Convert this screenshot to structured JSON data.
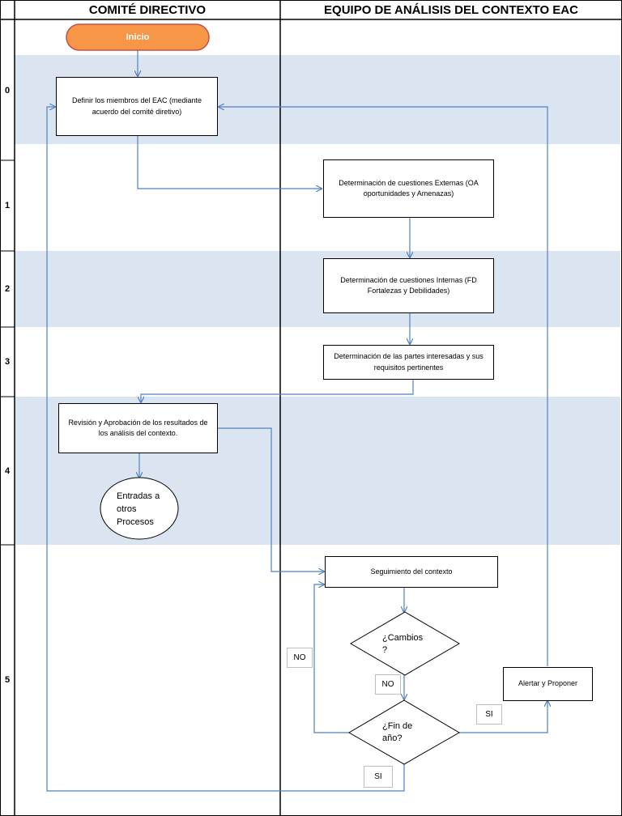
{
  "lanes": {
    "left_title": "COMITÉ DIRECTIVO",
    "right_title": "EQUIPO DE ANÁLISIS DEL CONTEXTO EAC"
  },
  "rows": [
    "0",
    "1",
    "2",
    "3",
    "4",
    "5"
  ],
  "nodes": {
    "start": "Inicio",
    "define_members": "Definir los miembros del EAC (mediante acuerdo del comité diretivo)",
    "external": "Determinación de cuestiones Externas (OA oportunidades y Amenazas)",
    "internal": "Determinación de cuestiones Internas (FD Fortalezas y Debilidades)",
    "stakeholders": "Determinación de las partes interesadas y sus requisitos pertinentes",
    "review": "Revisión y Aprobación de los resultados de los análisis del contexto.",
    "outputs": "Entradas a otros Procesos",
    "monitoring": "Seguimiento del contexto",
    "changes": "¿Cambios ?",
    "year_end": "¿Fin de año?",
    "alert": "Alertar y Proponer"
  },
  "labels": {
    "no_left": "NO",
    "no_below": "NO",
    "si_right": "SI",
    "si_bottom": "SI"
  },
  "colors": {
    "band_blue": "#dbe5f1",
    "start_fill": "#f79646",
    "start_border": "#c0504d",
    "connector": "#4f81bd"
  }
}
